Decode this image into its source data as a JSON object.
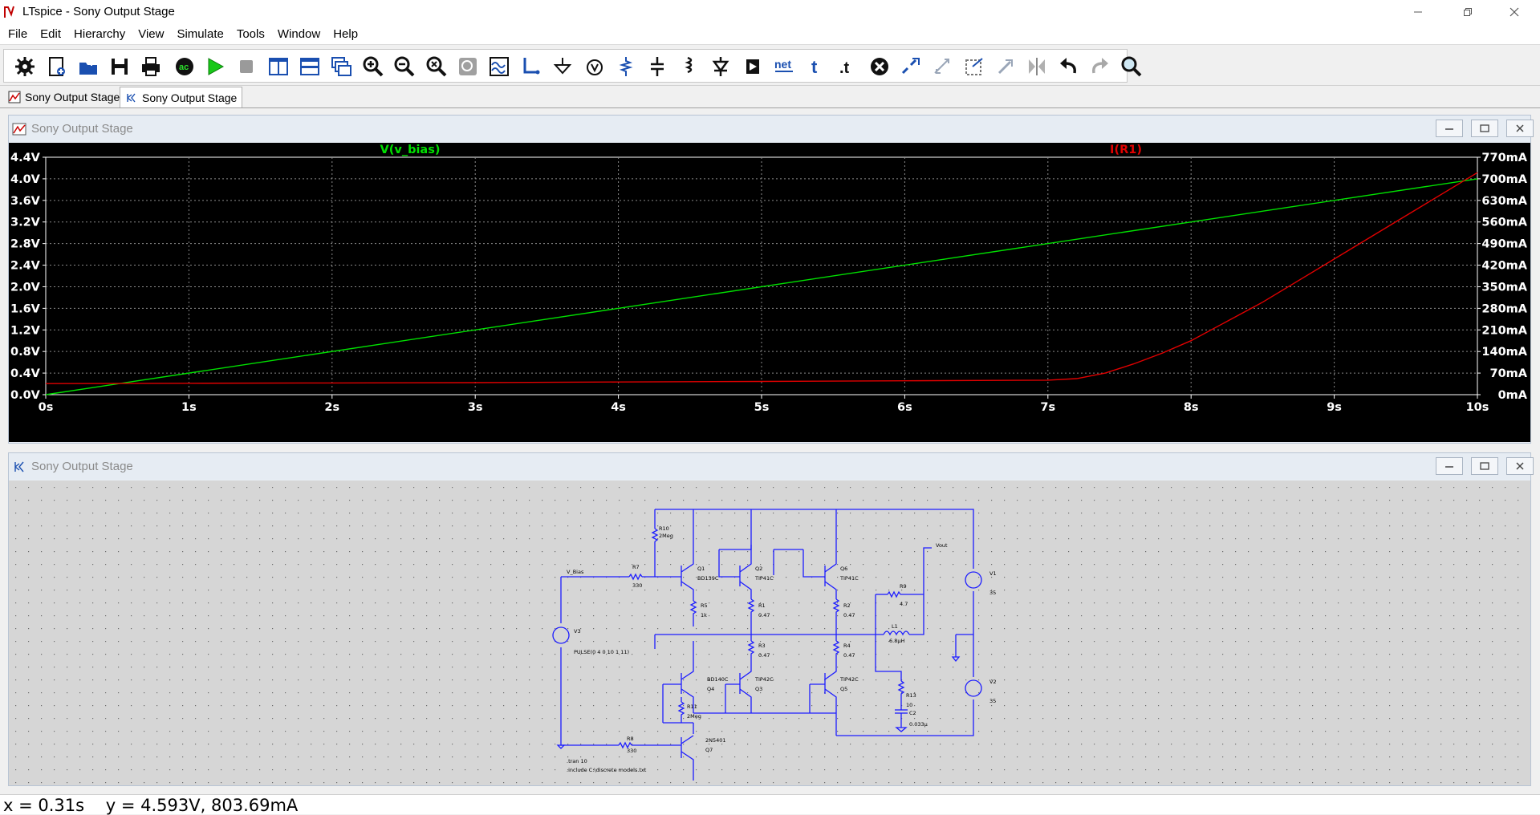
{
  "window": {
    "title": "LTspice - Sony Output Stage"
  },
  "menu": [
    "File",
    "Edit",
    "Hierarchy",
    "View",
    "Simulate",
    "Tools",
    "Window",
    "Help"
  ],
  "toolbar_icons": [
    "settings-gear-icon",
    "new-schematic-icon",
    "open-icon",
    "save-icon",
    "print-icon",
    "ac-analysis-icon",
    "run-icon",
    "halt-icon",
    "tile-vertical-icon",
    "tile-horizontal-icon",
    "cascade-icon",
    "zoom-in-icon",
    "zoom-out-icon",
    "zoom-fit-icon",
    "zoom-back-icon",
    "autorange-icon",
    "wire-icon",
    "ground-icon",
    "label-net-icon",
    "resistor-icon",
    "capacitor-icon",
    "inductor-icon",
    "diode-icon",
    "component-icon",
    "net-label-icon",
    "text-icon",
    "spice-directive-icon",
    "delete-icon",
    "duplicate-icon",
    "move-icon",
    "drag-icon",
    "rotate-icon",
    "mirror-icon",
    "undo-icon",
    "redo-icon",
    "find-icon"
  ],
  "toolbar_text": {
    "ac": "ac",
    "net": "net",
    "t": "t",
    "dott": ".t"
  },
  "tabs": [
    {
      "label": "Sony Output Stage",
      "icon": "waveform-tab-icon",
      "active": false
    },
    {
      "label": "Sony Output Stage",
      "icon": "schematic-tab-icon",
      "active": true
    }
  ],
  "plot_window": {
    "title": "Sony Output Stage"
  },
  "schematic_window": {
    "title": "Sony Output Stage"
  },
  "chart_data": {
    "type": "line",
    "xlim": [
      0,
      10
    ],
    "x_ticks": [
      "0s",
      "1s",
      "2s",
      "3s",
      "4s",
      "5s",
      "6s",
      "7s",
      "8s",
      "9s",
      "10s"
    ],
    "left_ylim": [
      0,
      4.4
    ],
    "left_ticks": [
      "0.0V",
      "0.4V",
      "0.8V",
      "1.2V",
      "1.6V",
      "2.0V",
      "2.4V",
      "2.8V",
      "3.2V",
      "3.6V",
      "4.0V",
      "4.4V"
    ],
    "right_ylim": [
      0,
      770
    ],
    "right_ticks": [
      "0mA",
      "70mA",
      "140mA",
      "210mA",
      "280mA",
      "350mA",
      "420mA",
      "490mA",
      "560mA",
      "630mA",
      "700mA",
      "770mA"
    ],
    "grid": true,
    "series": [
      {
        "name": "V(v_bias)",
        "axis": "left",
        "color": "#00e000",
        "x": [
          0,
          10
        ],
        "y": [
          0.0,
          4.0
        ]
      },
      {
        "name": "I(R1)",
        "axis": "right",
        "color": "#e00000",
        "x": [
          0,
          1,
          2,
          3,
          4,
          5,
          6,
          7,
          7.2,
          7.4,
          7.6,
          7.8,
          8,
          8.5,
          9,
          9.5,
          10
        ],
        "y": [
          36,
          37,
          38,
          39,
          41,
          43,
          45,
          47,
          52,
          70,
          100,
          135,
          175,
          300,
          440,
          580,
          720
        ]
      }
    ]
  },
  "schematic": {
    "labels": {
      "v_bias": "V_Bias",
      "vout": "Vout",
      "r7": "R7",
      "r7v": "330",
      "r10": "R10",
      "r10v": "2Meg",
      "q1": "Q1",
      "q1m": "BD139C",
      "q2": "Q2",
      "q2m": "TIP41C",
      "q6": "Q6",
      "q6m": "TIP41C",
      "r5": "R5",
      "r5v": "1k",
      "r1": "R1",
      "r1v": "0.47",
      "r2": "R2",
      "r2v": "0.47",
      "r9": "R9",
      "r9v": "4.7",
      "l1": "L1",
      "l1v": "6.8µH",
      "r3": "R3",
      "r3v": "0.47",
      "r4": "R4",
      "r4v": "0.47",
      "q4": "Q4",
      "q4m": "BD140C",
      "q3": "Q3",
      "q3m": "TIP42C",
      "q5": "Q5",
      "q5m": "TIP42C",
      "r11": "R11",
      "r11v": "2Meg",
      "r13": "R13",
      "r13v": "10",
      "c2": "C2",
      "c2v": "0.033µ",
      "r8": "R8",
      "r8v": "330",
      "q7": "Q7",
      "q7m": "2N5401",
      "v3": "V3",
      "v3v": "PULSE(0 4 0 10 1 11)",
      "v1": "V1",
      "v1v": "35",
      "v2": "V2",
      "v2v": "35",
      "tran": ".tran 10",
      "include": ".include C:\\discrete models.txt"
    }
  },
  "status": {
    "text": "x = 0.31s    y = 4.593V, 803.69mA"
  }
}
